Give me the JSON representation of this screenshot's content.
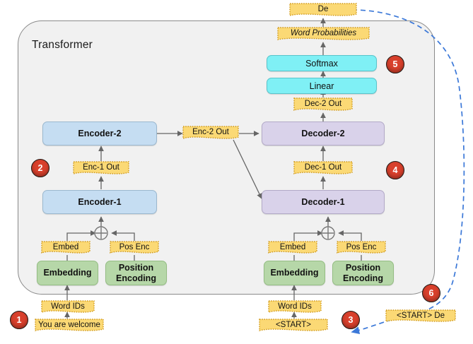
{
  "diagram": {
    "title": "Transformer",
    "container_fill": "#f1f1f1",
    "colors": {
      "encoder": "#c5ddf2",
      "decoder": "#d9d2ea",
      "embedding": "#b6d7a8",
      "linear_softmax": "#7ff0f5",
      "data_label": "#fbd975",
      "badge": "#d8402c",
      "flow_arrow": "#3b78d8",
      "connector": "#666666"
    },
    "processes": [
      {
        "id": "encoder-2",
        "label": "Encoder-2",
        "kind": "encoder"
      },
      {
        "id": "encoder-1",
        "label": "Encoder-1",
        "kind": "encoder"
      },
      {
        "id": "decoder-2",
        "label": "Decoder-2",
        "kind": "decoder"
      },
      {
        "id": "decoder-1",
        "label": "Decoder-1",
        "kind": "decoder"
      },
      {
        "id": "softmax",
        "label": "Softmax",
        "kind": "linear_softmax"
      },
      {
        "id": "linear",
        "label": "Linear",
        "kind": "linear_softmax"
      },
      {
        "id": "enc-embedding",
        "label": "Embedding",
        "kind": "embedding"
      },
      {
        "id": "enc-position-encoding",
        "label": "Position\nEncoding",
        "kind": "embedding"
      },
      {
        "id": "dec-embedding",
        "label": "Embedding",
        "kind": "embedding"
      },
      {
        "id": "dec-position-encoding",
        "label": "Position\nEncoding",
        "kind": "embedding"
      }
    ],
    "data_labels": [
      {
        "id": "de-output",
        "label": "De"
      },
      {
        "id": "word-probabilities",
        "label": "Word Probabilities",
        "italic": true
      },
      {
        "id": "dec-2-out",
        "label": "Dec-2 Out"
      },
      {
        "id": "dec-1-out",
        "label": "Dec-1 Out"
      },
      {
        "id": "enc-2-out",
        "label": "Enc-2 Out"
      },
      {
        "id": "enc-1-out",
        "label": "Enc-1 Out"
      },
      {
        "id": "enc-embed",
        "label": "Embed"
      },
      {
        "id": "enc-pos-enc",
        "label": "Pos Enc"
      },
      {
        "id": "dec-embed",
        "label": "Embed"
      },
      {
        "id": "dec-pos-enc",
        "label": "Pos Enc"
      },
      {
        "id": "enc-word-ids",
        "label": "Word IDs"
      },
      {
        "id": "enc-source-sentence",
        "label": "You are welcome"
      },
      {
        "id": "dec-word-ids",
        "label": "Word IDs"
      },
      {
        "id": "dec-start-token",
        "label": "<START>"
      },
      {
        "id": "feedback-sequence",
        "label": "<START> De"
      }
    ],
    "badges": [
      {
        "id": "step-1",
        "label": "1"
      },
      {
        "id": "step-2",
        "label": "2"
      },
      {
        "id": "step-3",
        "label": "3"
      },
      {
        "id": "step-4",
        "label": "4"
      },
      {
        "id": "step-5",
        "label": "5"
      },
      {
        "id": "step-6",
        "label": "6"
      }
    ]
  }
}
